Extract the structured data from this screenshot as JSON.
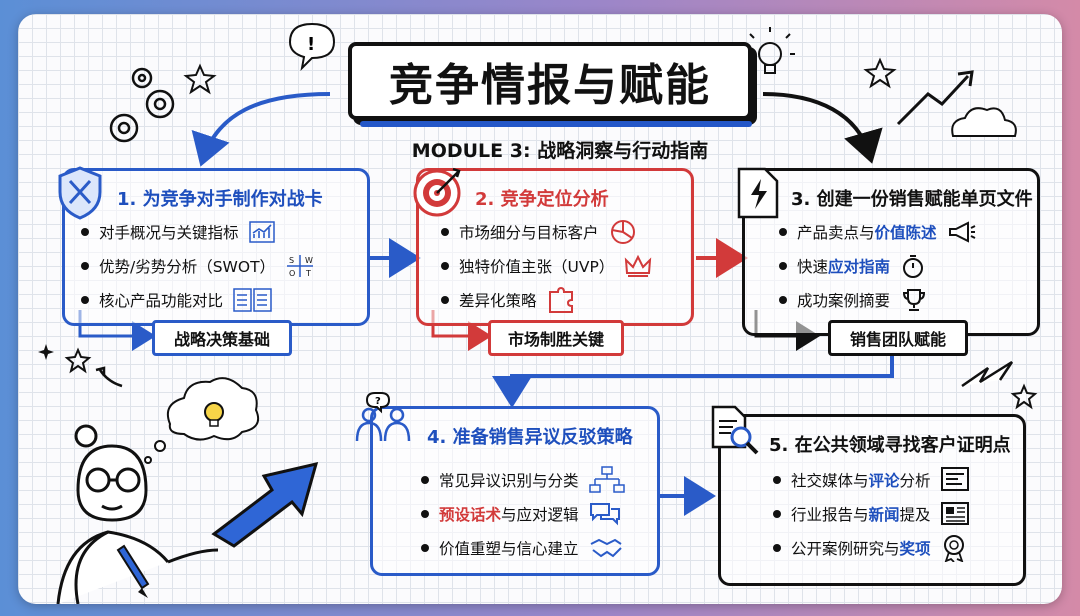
{
  "title": "竞争情报与赋能",
  "subtitle": "MODULE 3: 战略洞察与行动指南",
  "cards": [
    {
      "title": "1. 为竞争对手制作对战卡",
      "items": [
        {
          "pre": "对手概况与关键指标",
          "hl": "",
          "post": "",
          "icon": "chart-icon"
        },
        {
          "pre": "优势/劣势分析（SWOT）",
          "hl": "",
          "post": "",
          "icon": "swot-icon"
        },
        {
          "pre": "核心产品功能对比",
          "hl": "",
          "post": "",
          "icon": "checklist-icon"
        }
      ],
      "tag": "战略决策基础",
      "icon": "shield-swords-icon"
    },
    {
      "title": "2. 竞争定位分析",
      "items": [
        {
          "pre": "市场细分与目标客户",
          "hl": "",
          "post": "",
          "icon": "pie-chart-icon"
        },
        {
          "pre": "独特价值主张（UVP）",
          "hl": "",
          "post": "",
          "icon": "crown-icon"
        },
        {
          "pre": "差异化策略",
          "hl": "",
          "post": "",
          "icon": "puzzle-icon"
        }
      ],
      "tag": "市场制胜关键",
      "icon": "target-icon"
    },
    {
      "title": "3. 创建一份销售赋能单页文件",
      "items": [
        {
          "pre": "产品卖点与",
          "hl": "价值陈述",
          "post": "",
          "icon": "megaphone-icon"
        },
        {
          "pre": "快速",
          "hl": "应对指南",
          "post": "",
          "icon": "stopwatch-icon"
        },
        {
          "pre": "成功案例摘要",
          "hl": "",
          "post": "",
          "icon": "trophy-icon"
        }
      ],
      "tag": "销售团队赋能",
      "icon": "lightning-document-icon"
    },
    {
      "title": "4. 准备销售异议反驳策略",
      "items": [
        {
          "pre": "常见异议识别与分类",
          "hl": "",
          "post": "",
          "icon": "flowchart-icon"
        },
        {
          "pre": "",
          "hl": "预设话术",
          "post": "与应对逻辑",
          "icon": "chat-bubbles-icon"
        },
        {
          "pre": "价值重塑与信心建立",
          "hl": "",
          "post": "",
          "icon": "handshake-icon"
        }
      ],
      "tag": "",
      "icon": "discussion-people-icon"
    },
    {
      "title": "5. 在公共领域寻找客户证明点",
      "items": [
        {
          "pre": "社交媒体与",
          "hl": "评论",
          "post": "分析",
          "icon": "review-icon"
        },
        {
          "pre": "行业报告与",
          "hl": "新闻",
          "post": "提及",
          "icon": "newspaper-icon"
        },
        {
          "pre": "公开案例研究与",
          "hl": "奖项",
          "post": "",
          "icon": "award-icon"
        }
      ],
      "tag": "",
      "icon": "magnifier-document-icon"
    }
  ],
  "colors": {
    "blue": "#2a5bc8",
    "red": "#d23a3a",
    "black": "#111111"
  }
}
